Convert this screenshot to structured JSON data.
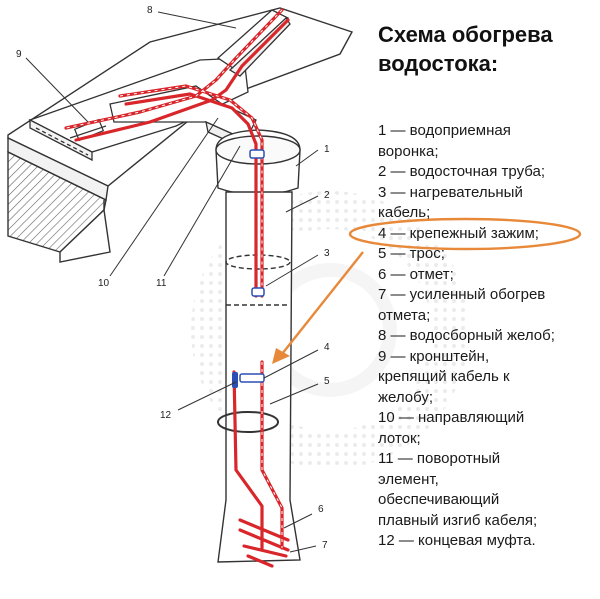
{
  "title": {
    "line1": "Схема обогрева",
    "line2": "водостока:"
  },
  "legend": [
    {
      "lines": [
        "1 — водоприемная",
        "воронка;"
      ]
    },
    {
      "lines": [
        "2 — водосточная труба;"
      ]
    },
    {
      "lines": [
        "3 — нагревательный",
        "кабель;"
      ]
    },
    {
      "lines": [
        "4 — крепежный зажим;"
      ]
    },
    {
      "lines": [
        "5 — трос;"
      ]
    },
    {
      "lines": [
        "6 — отмет;"
      ]
    },
    {
      "lines": [
        "7 — усиленный обогрев",
        "отмета;"
      ]
    },
    {
      "lines": [
        "8 — водосборный желоб;"
      ]
    },
    {
      "lines": [
        "9 — кронштейн,",
        "крепящий кабель к",
        "желобу;"
      ]
    },
    {
      "lines": [
        "10 — направляющий",
        "лоток;"
      ]
    },
    {
      "lines": [
        "11 — поворотный",
        "элемент,",
        "обеспечивающий",
        "плавный изгиб кабеля;"
      ]
    },
    {
      "lines": [
        "12 — концевая муфта."
      ]
    }
  ],
  "callouts": [
    "1",
    "2",
    "3",
    "4",
    "5",
    "6",
    "7",
    "8",
    "9",
    "10",
    "11",
    "12"
  ],
  "colors": {
    "cable": "#d8262b",
    "highlight": "#e8893a",
    "outline": "#333333",
    "hatch": "#666666"
  }
}
